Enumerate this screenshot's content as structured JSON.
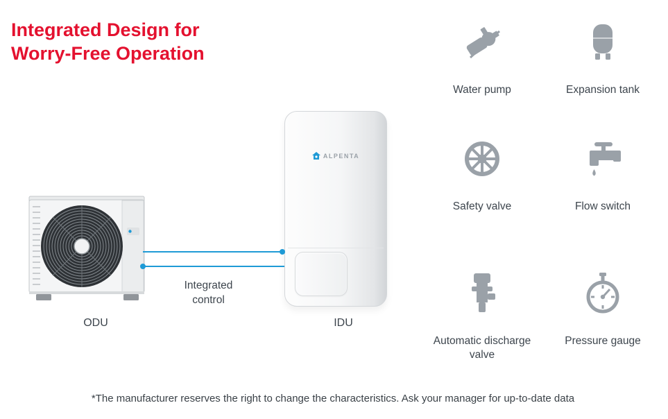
{
  "heading": {
    "line1": "Integrated Design for",
    "line2": "Worry-Free Operation"
  },
  "diagram": {
    "brand": "ALPENTA",
    "odu_label": "ODU",
    "idu_label": "IDU",
    "connection_label": "Integrated control"
  },
  "features": [
    {
      "icon": "water-pump-icon",
      "label": "Water pump"
    },
    {
      "icon": "expansion-tank-icon",
      "label": "Expansion tank"
    },
    {
      "icon": "safety-valve-icon",
      "label": "Safety valve"
    },
    {
      "icon": "flow-switch-icon",
      "label": "Flow switch"
    },
    {
      "icon": "automatic-discharge-valve-icon",
      "label": "Automatic discharge valve"
    },
    {
      "icon": "pressure-gauge-icon",
      "label": "Pressure gauge"
    }
  ],
  "footnote": "*The manufacturer reserves the right to change the characteristics. Ask your manager for up-to-date data",
  "colors": {
    "accent_red": "#e4112f",
    "icon_gray": "#9aa1a8",
    "line_blue": "#1e9ad6",
    "text": "#3d454d"
  }
}
